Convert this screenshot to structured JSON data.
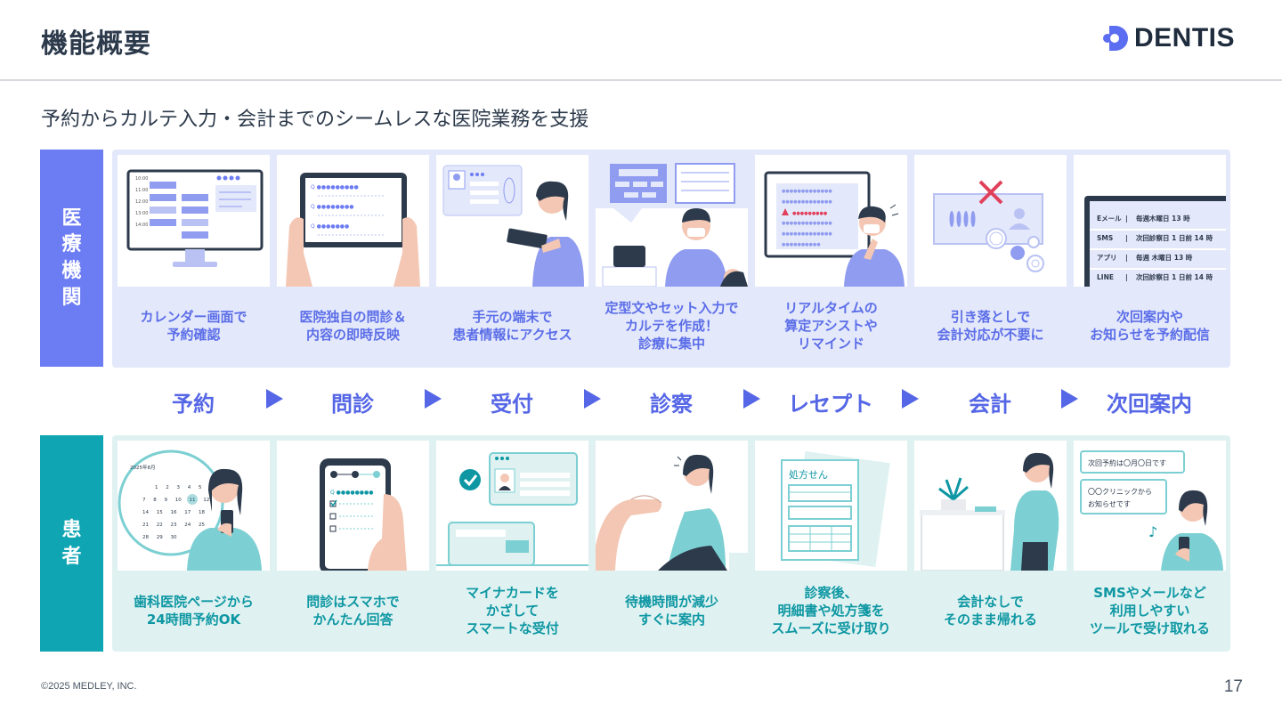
{
  "header": {
    "title": "機能概要",
    "logo_text": "DENTIS"
  },
  "subtitle": "予約からカルテ入力・会計までのシームレスな医院業務を支援",
  "clinic": {
    "label": "医療機関",
    "items": [
      "カレンダー画面で\n予約確認",
      "医院独自の問診＆\n内容の即時反映",
      "手元の端末で\n患者情報にアクセス",
      "定型文やセット入力で\nカルテを作成！\n診療に集中",
      "リアルタイムの\n算定アシストや\nリマインド",
      "引き落としで\n会計対応が不要に",
      "次回案内や\nお知らせを予約配信"
    ]
  },
  "steps": [
    "予約",
    "問診",
    "受付",
    "診察",
    "レセプト",
    "会計",
    "次回案内"
  ],
  "patient": {
    "label": "患者",
    "items": [
      "歯科医院ページから\n24時間予約OK",
      "問診はスマホで\nかんたん回答",
      "マイナカードを\nかざして\nスマートな受付",
      "待機時間が減少\nすぐに案内",
      "診察後、\n明細書や処方箋を\nスムーズに受け取り",
      "会計なしで\nそのまま帰れる",
      "SMSやメールなど\n利用しやすい\nツールで受け取れる"
    ]
  },
  "illustrations": {
    "calendar_times": [
      "10:00",
      "11:00",
      "12:00",
      "13:00",
      "14:00"
    ],
    "notify_rows": [
      {
        "channel": "Eメール",
        "text": "毎週木曜日 13 時"
      },
      {
        "channel": "SMS",
        "text": "次回診察日 1 日前 14 時"
      },
      {
        "channel": "アプリ",
        "text": "毎週 木曜日 13 時"
      },
      {
        "channel": "LINE",
        "text": "次回診察日 1 日前 14 時"
      }
    ],
    "month_label": "2025年8月",
    "prescription_label": "処方せん",
    "msg_1": "次回予約は〇月〇日です",
    "msg_2": "〇〇クリニックから\nお知らせです",
    "cal_rows": [
      [
        "1",
        "2",
        "3",
        "4",
        "5"
      ],
      [
        "7",
        "8",
        "9",
        "10",
        "11",
        "12"
      ],
      [
        "14",
        "15",
        "16",
        "17",
        "18"
      ],
      [
        "21",
        "22",
        "23",
        "24",
        "25"
      ],
      [
        "28",
        "29",
        "30"
      ]
    ]
  },
  "footer": {
    "copyright": "©2025 MEDLEY, INC.",
    "page": "17"
  },
  "colors": {
    "clinic": "#6c7cf3",
    "patient": "#0fa5b3",
    "step": "#5566e6"
  }
}
